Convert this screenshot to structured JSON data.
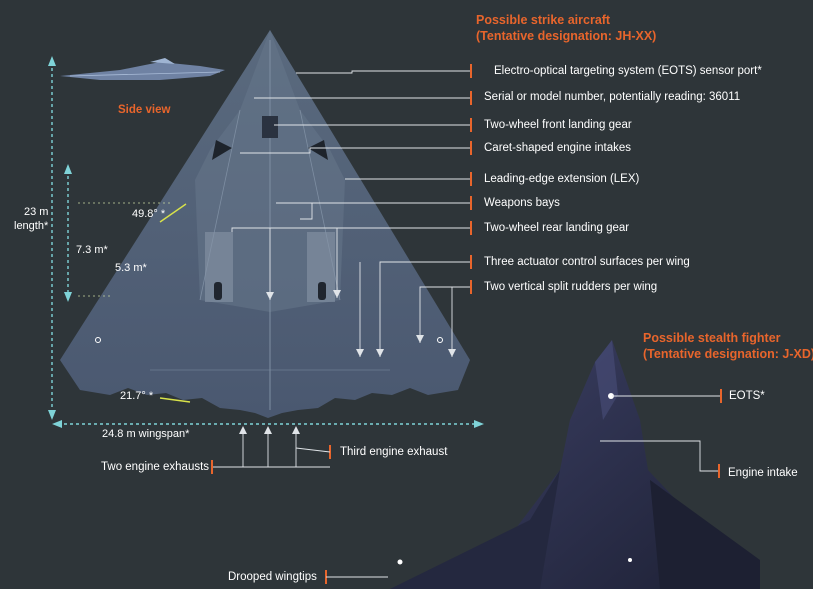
{
  "strike": {
    "title_line1": "Possible strike aircraft",
    "title_line2": "(Tentative designation: JH-XX)",
    "side_view_label": "Side view",
    "callouts": [
      "Electro-optical targeting system (EOTS) sensor port*",
      "Serial or model number, potentially reading: 36011",
      "Two-wheel front landing gear",
      "Caret-shaped engine intakes",
      "Leading-edge extension (LEX)",
      "Weapons bays",
      "Two-wheel rear landing gear",
      "Three actuator control surfaces per wing",
      "Two vertical split rudders per wing"
    ],
    "dimensions": {
      "length_value": "23 m",
      "length_label": "length*",
      "inner_length_1": "7.3 m*",
      "inner_length_2": "5.3 m*",
      "angle_1": "49.8° *",
      "angle_2": "21.7° *",
      "wingspan": "24.8 m wingspan*"
    },
    "bottom_callouts": {
      "exhausts": "Two engine exhausts",
      "third_exhaust": "Third engine exhaust",
      "wingtips": "Drooped wingtips"
    }
  },
  "fighter": {
    "title_line1": "Possible stealth fighter",
    "title_line2": "(Tentative designation: J-XD)",
    "eots": "EOTS*",
    "intake": "Engine intake"
  },
  "colors": {
    "background": "#2e3539",
    "accent": "#e8652c",
    "dimension": "#7fd3d8",
    "text": "#ffffff"
  }
}
